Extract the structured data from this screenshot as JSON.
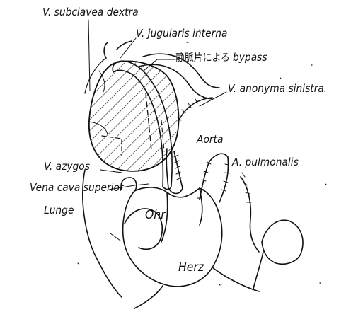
{
  "labels": {
    "v_subclavea_dextra": "V. subclavea dextra",
    "v_jugularis_interna": "V. jugularis interna",
    "bypass_jp": "静脈片による",
    "bypass_latin": "bypass",
    "v_anonyma_sinistra": "V. anonyma sinistra.",
    "aorta": "Aorta",
    "v_azygos": "V. azygos",
    "a_pulmonalis": "A. pulmonalis",
    "vena_cava_superior": "Vena cava superior",
    "lunge": "Lunge",
    "ohr": "Ohr",
    "herz": "Herz"
  },
  "colors": {
    "ink": "#111111",
    "paper": "#ffffff"
  }
}
